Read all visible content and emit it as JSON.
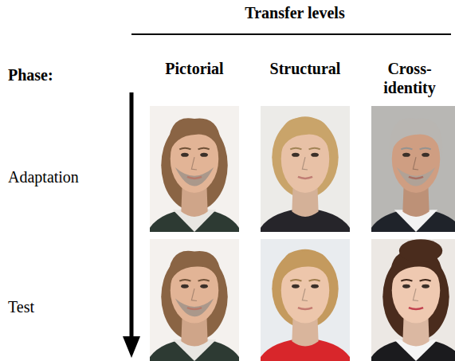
{
  "diagram": {
    "labels": [
      "Transfer levels",
      "Phase:",
      "Pictorial",
      "Structural",
      "Cross- identity",
      "Adaptation",
      "Test"
    ]
  }
}
